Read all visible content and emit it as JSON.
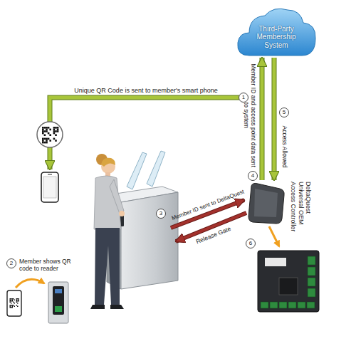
{
  "diagram": {
    "nodes": [
      {
        "text": [
          "Third-Party Membership System"
        ]
      },
      {
        "text": [
          "DeltaQuest Universal OEM Access Controller"
        ]
      }
    ],
    "edges": [
      {
        "from": 1,
        "to": 0,
        "arrow": "to",
        "label": "Member ID and access point data sent to system"
      },
      {
        "from": 0,
        "to": 1,
        "arrow": "to",
        "label": "Access Allowed"
      }
    ],
    "labels": [
      "Unique QR Code is sent to member's smart phone",
      "1",
      "2",
      "Member shows QR code to reader",
      "3",
      "Member ID sent to DeltaQuest",
      "4",
      "5",
      "Release Gate",
      "6"
    ]
  }
}
